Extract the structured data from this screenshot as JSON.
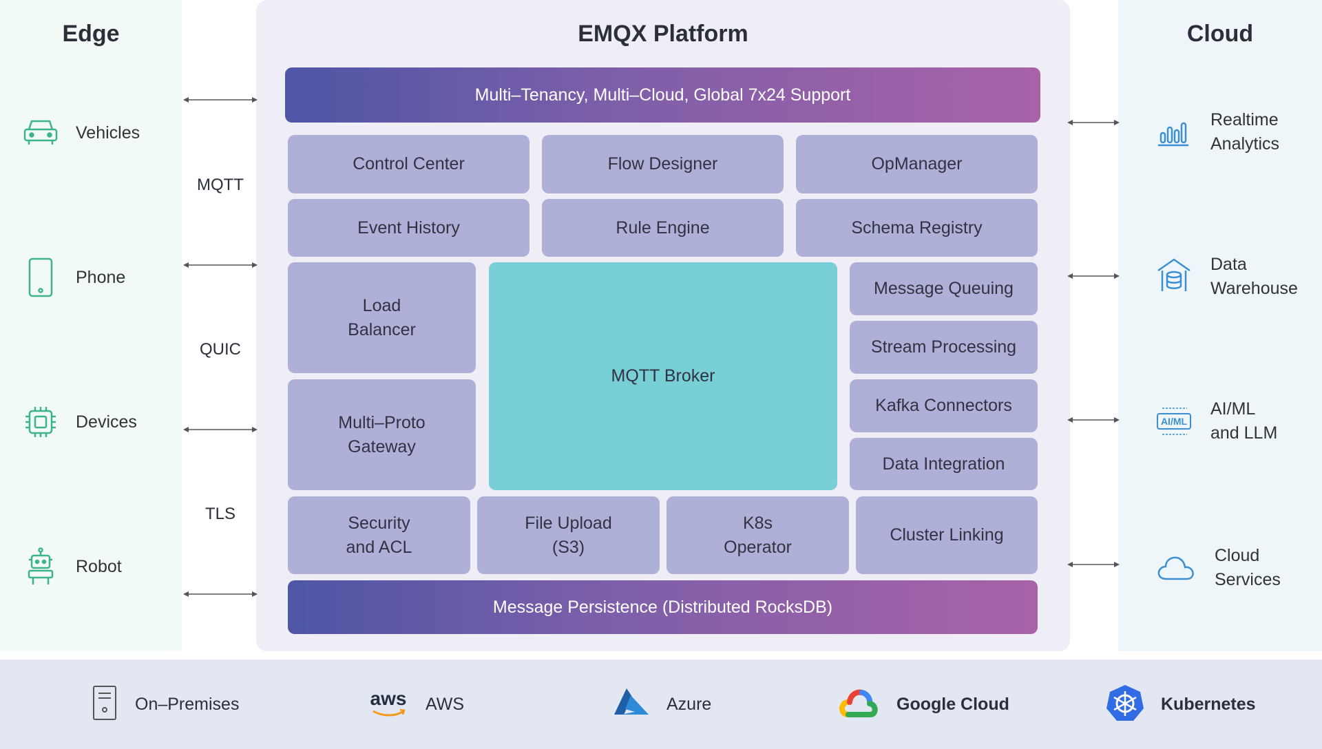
{
  "edge": {
    "title": "Edge",
    "items": [
      {
        "label": "Vehicles",
        "icon": "car-icon"
      },
      {
        "label": "Phone",
        "icon": "phone-icon"
      },
      {
        "label": "Devices",
        "icon": "chip-icon"
      },
      {
        "label": "Robot",
        "icon": "robot-icon"
      }
    ]
  },
  "protocols": [
    "MQTT",
    "QUIC",
    "TLS"
  ],
  "platform": {
    "title": "EMQX Platform",
    "top_bar": "Multi–Tenancy, Multi–Cloud, Global 7x24 Support",
    "row1": [
      "Control Center",
      "Flow Designer",
      "OpManager"
    ],
    "row2": [
      "Event History",
      "Rule Engine",
      "Schema Registry"
    ],
    "left_modules": [
      "Load\nBalancer",
      "Multi–Proto\nGateway"
    ],
    "broker": "MQTT Broker",
    "right_modules": [
      "Message Queuing",
      "Stream Processing",
      "Kafka Connectors",
      "Data Integration"
    ],
    "bottom_modules": [
      "Security\nand ACL",
      "File Upload\n(S3)",
      "K8s\nOperator",
      "Cluster Linking"
    ],
    "bottom_bar": "Message Persistence (Distributed RocksDB)"
  },
  "cloud": {
    "title": "Cloud",
    "items": [
      {
        "label": "Realtime\nAnalytics",
        "icon": "analytics-icon"
      },
      {
        "label": "Data\nWarehouse",
        "icon": "warehouse-icon"
      },
      {
        "label": "AI/ML\nand LLM",
        "icon": "ai-ml-icon",
        "badge": "AI/ML"
      },
      {
        "label": "Cloud\nServices",
        "icon": "cloud-icon"
      }
    ]
  },
  "deployments": [
    {
      "label": "On–Premises",
      "icon": "server-icon"
    },
    {
      "label": "AWS",
      "icon": "aws-icon",
      "logo_text": "aws"
    },
    {
      "label": "Azure",
      "icon": "azure-icon"
    },
    {
      "label": "Google Cloud",
      "icon": "google-cloud-icon"
    },
    {
      "label": "Kubernetes",
      "icon": "kubernetes-icon"
    }
  ],
  "colors": {
    "edge_bg": "#f1faf6",
    "cloud_bg": "#eef6fa",
    "platform_bg": "#efedf5",
    "module": "#aeb0d8",
    "broker": "#79cfd6",
    "gradient_start": "#4e56a6",
    "gradient_end": "#a862a8",
    "edge_icon": "#3cb38a",
    "cloud_icon": "#3b8fd0"
  }
}
